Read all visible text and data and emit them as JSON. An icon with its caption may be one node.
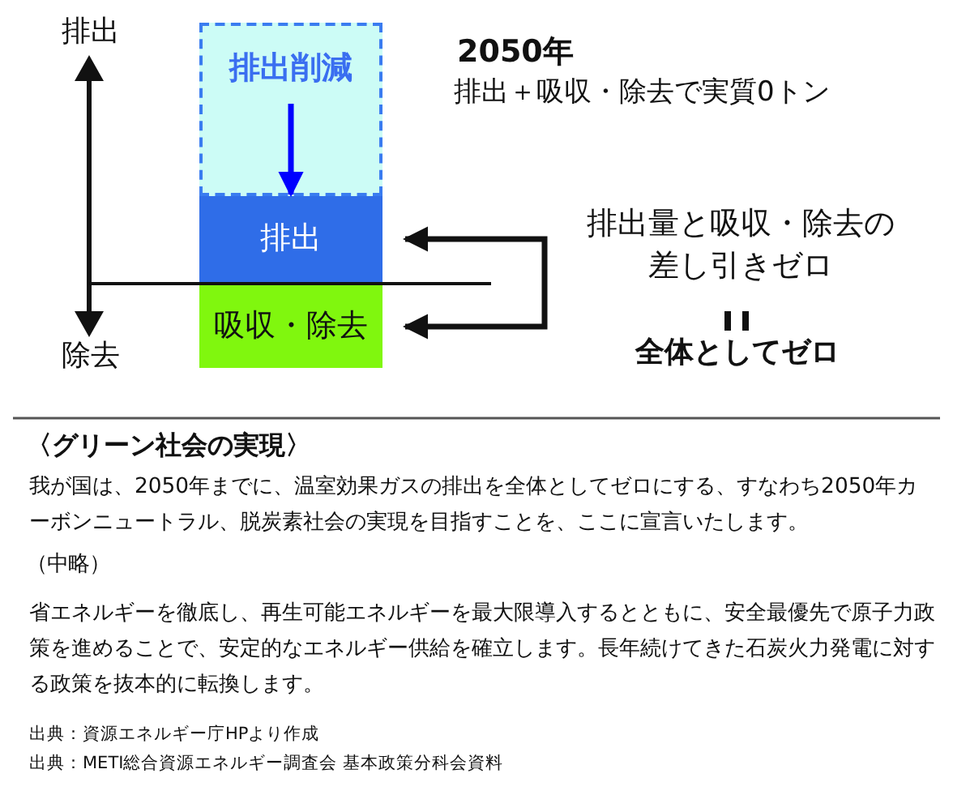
{
  "diagram": {
    "nodes": [
      {
        "text": [
          "排出削減"
        ]
      },
      {
        "text": [
          "排出"
        ]
      },
      {
        "text": [
          "吸収・除去"
        ]
      },
      {
        "text": [
          "排出量と吸収・除去の差し引きゼロ"
        ]
      }
    ],
    "edges": [
      {
        "from": 0,
        "to": 1,
        "arrow": "to",
        "color": "#0000ff"
      },
      {
        "from": 3,
        "to": 1,
        "arrow": "to"
      },
      {
        "from": 3,
        "to": 2,
        "arrow": "to"
      }
    ],
    "labels": [
      "排出",
      "除去",
      "2050年",
      "排出＋吸収・除去で実質0トン",
      "全体としてゼロ",
      "〈グリーン社会の実現〉",
      "我が国は、2050年までに、温室効果ガスの排出を全体としてゼロにする、すなわち2050年カーボンニュートラル、脱炭素社会の実現を目指すことを、ここに宣言いたします。",
      "（中略）",
      "省エネルギーを徹底し、再生可能エネルギーを最大限導入するとともに、安全最優先で原子力政策を進めることで、安定的なエネルギー供給を確立します。長年続けてきた石炭火力発電に対する政策を抜本的に転換します。",
      "出典：資源エネルギー庁HPより作成",
      "出典：METI総合資源エネルギー調査会 基本政策分科会資料"
    ]
  }
}
